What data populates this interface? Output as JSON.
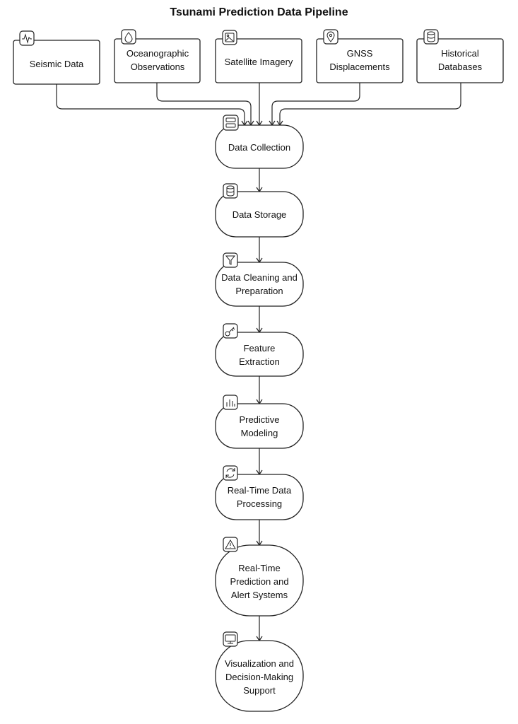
{
  "title": "Tsunami Prediction Data Pipeline",
  "sources": [
    {
      "label": "Seismic Data",
      "icon": "activity-icon"
    },
    {
      "label": "Oceanographic Observations",
      "icon": "droplet-icon"
    },
    {
      "label": "Satellite Imagery",
      "icon": "image-icon"
    },
    {
      "label": "GNSS Displacements",
      "icon": "map-pin-icon"
    },
    {
      "label": "Historical Databases",
      "icon": "database-icon"
    }
  ],
  "steps": [
    {
      "label": "Data Collection",
      "icon": "server-icon"
    },
    {
      "label": "Data Storage",
      "icon": "database-icon"
    },
    {
      "label": "Data Cleaning and Preparation",
      "icon": "filter-icon"
    },
    {
      "label": "Feature Extraction",
      "icon": "key-icon"
    },
    {
      "label": "Predictive Modeling",
      "icon": "bar-chart-icon"
    },
    {
      "label": "Real-Time Data Processing",
      "icon": "refresh-icon"
    },
    {
      "label": "Real-Time Prediction and Alert Systems",
      "icon": "warning-triangle-icon"
    },
    {
      "label": "Visualization and Decision-Making Support",
      "icon": "monitor-icon"
    }
  ]
}
